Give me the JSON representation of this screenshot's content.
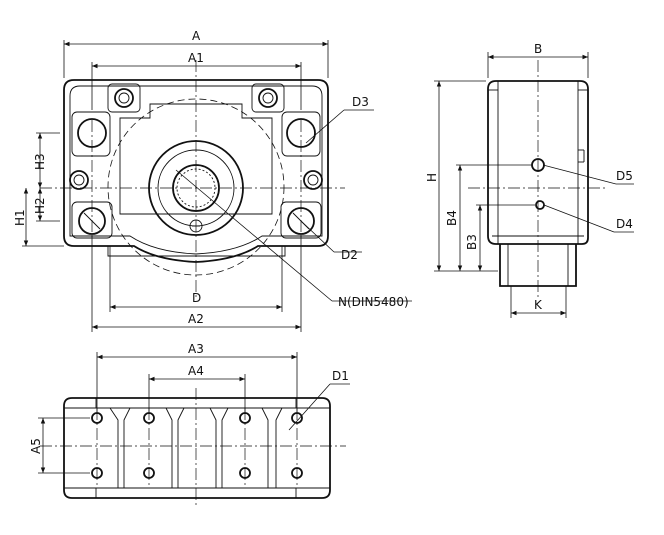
{
  "labels": {
    "A": "A",
    "A1": "A1",
    "A2": "A2",
    "A3": "A3",
    "A4": "A4",
    "A5": "A5",
    "B": "B",
    "B3": "B3",
    "B4": "B4",
    "D": "D",
    "D1": "D1",
    "D2": "D2",
    "D3": "D3",
    "D4": "D4",
    "D5": "D5",
    "H": "H",
    "H1": "H1",
    "H2": "H2",
    "H3": "H3",
    "K": "K",
    "N": "N(DIN5480)"
  }
}
